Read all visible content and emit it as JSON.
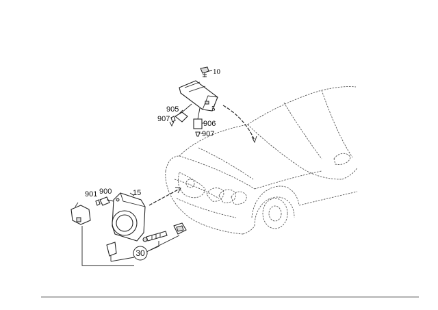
{
  "callouts": {
    "c10": "10",
    "c905": "905",
    "c5": "5",
    "c907a": "907",
    "c906": "906",
    "c907b": "907",
    "c901": "901",
    "c900": "900",
    "c15": "15",
    "c30": "30"
  }
}
